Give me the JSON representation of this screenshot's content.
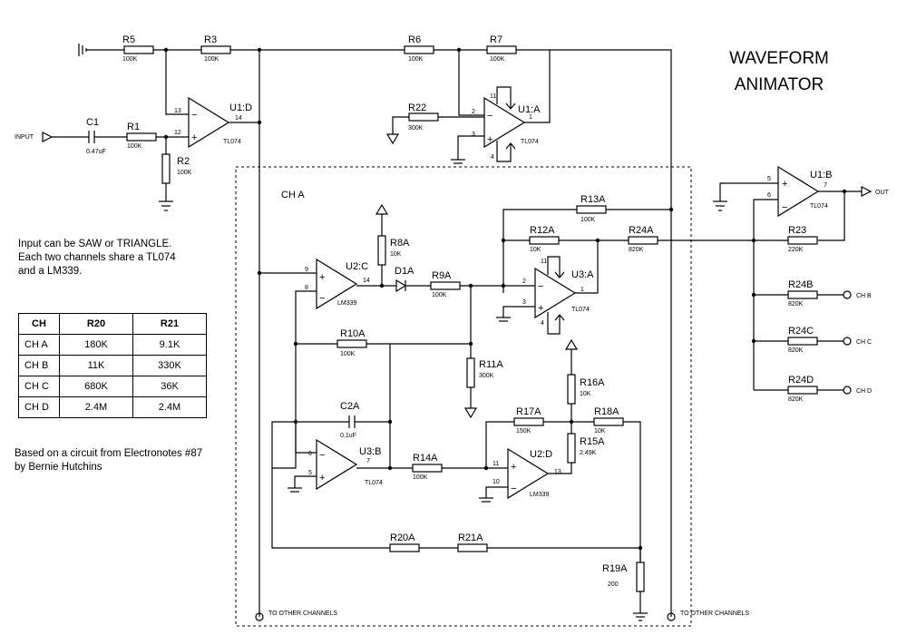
{
  "title": [
    "WAVEFORM",
    "ANIMATOR"
  ],
  "notes": {
    "input": [
      "Input can be SAW or TRIANGLE.",
      "Each two channels share a TL074",
      "and a LM339."
    ],
    "credit": [
      "Based on a circuit from Electronotes #87",
      "by Bernie Hutchins"
    ]
  },
  "ports": {
    "input": "INPUT",
    "out": "OUT",
    "ch_b": "CH B",
    "ch_c": "CH C",
    "ch_d": "CH D",
    "other_1": "TO OTHER CHANNELS",
    "other_2": "TO OTHER CHANNELS",
    "channel_box": "CH A"
  },
  "table": {
    "headers": [
      "CH",
      "R20",
      "R21"
    ],
    "rows": [
      [
        "CH A",
        "180K",
        "9.1K"
      ],
      [
        "CH B",
        "11K",
        "330K"
      ],
      [
        "CH C",
        "680K",
        "36K"
      ],
      [
        "CH D",
        "2.4M",
        "2.4M"
      ]
    ]
  },
  "resistors": {
    "R5": {
      "label": "R5",
      "value": "100K"
    },
    "R3": {
      "label": "R3",
      "value": "100K"
    },
    "R1": {
      "label": "R1",
      "value": "100K"
    },
    "R2": {
      "label": "R2",
      "value": "100K"
    },
    "R6": {
      "label": "R6",
      "value": "100K"
    },
    "R7": {
      "label": "R7",
      "value": "100K"
    },
    "R22": {
      "label": "R22",
      "value": "300K"
    },
    "R13A": {
      "label": "R13A",
      "value": "100K"
    },
    "R12A": {
      "label": "R12A",
      "value": "10K"
    },
    "R24A": {
      "label": "R24A",
      "value": "820K"
    },
    "R23": {
      "label": "R23",
      "value": "220K"
    },
    "R24B": {
      "label": "R24B",
      "value": "820K"
    },
    "R24C": {
      "label": "R24C",
      "value": "820K"
    },
    "R24D": {
      "label": "R24D",
      "value": "820K"
    },
    "R8A": {
      "label": "R8A",
      "value": "10K"
    },
    "R9A": {
      "label": "R9A",
      "value": "100K"
    },
    "R10A": {
      "label": "R10A",
      "value": "100K"
    },
    "R11A": {
      "label": "R11A",
      "value": "300K"
    },
    "R14A": {
      "label": "R14A",
      "value": "100K"
    },
    "R16A": {
      "label": "R16A",
      "value": "10K"
    },
    "R17A": {
      "label": "R17A",
      "value": "150K"
    },
    "R18A": {
      "label": "R18A",
      "value": "10K"
    },
    "R15A": {
      "label": "R15A",
      "value": "2.49K"
    },
    "R19A": {
      "label": "R19A",
      "value": "200"
    },
    "R20A": {
      "label": "R20A",
      "value": ""
    },
    "R21A": {
      "label": "R21A",
      "value": ""
    }
  },
  "capacitors": {
    "C1": {
      "label": "C1",
      "value": "0.47uF"
    },
    "C2A": {
      "label": "C2A",
      "value": "0.1uF"
    }
  },
  "diodes": {
    "D1A": {
      "label": "D1A"
    }
  },
  "opamps": {
    "U1D": {
      "label": "U1:D",
      "part": "TL074",
      "pins": [
        "13",
        "12",
        "14"
      ]
    },
    "U1A": {
      "label": "U1:A",
      "part": "TL074",
      "pins": [
        "2",
        "3",
        "1",
        "11",
        "4"
      ]
    },
    "U1B": {
      "label": "U1:B",
      "part": "TL074",
      "pins": [
        "6",
        "5",
        "7"
      ]
    },
    "U2C": {
      "label": "U2:C",
      "part": "LM339",
      "pins": [
        "9",
        "8",
        "14"
      ]
    },
    "U3A": {
      "label": "U3:A",
      "part": "TL074",
      "pins": [
        "2",
        "3",
        "1",
        "11",
        "4"
      ]
    },
    "U3B": {
      "label": "U3:B",
      "part": "TL074",
      "pins": [
        "6",
        "5",
        "7"
      ]
    },
    "U2D": {
      "label": "U2:D",
      "part": "LM339",
      "pins": [
        "11",
        "10",
        "13"
      ]
    }
  }
}
